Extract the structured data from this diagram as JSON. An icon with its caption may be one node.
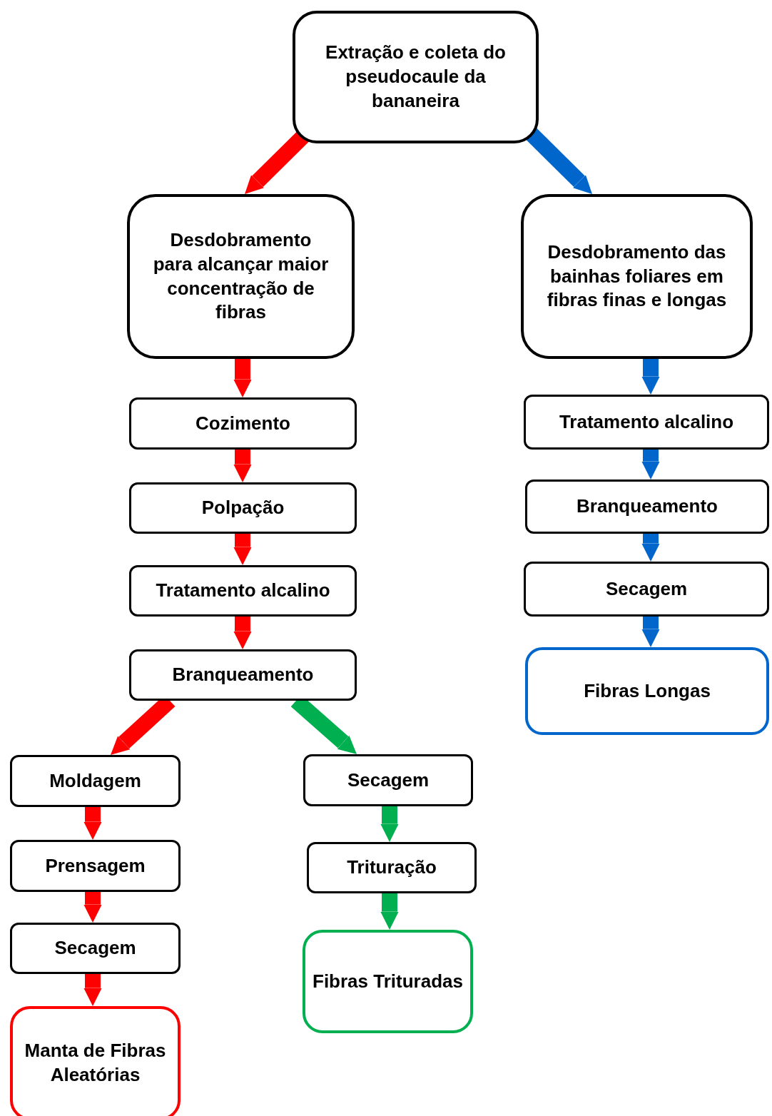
{
  "diagram": {
    "nodes": [
      {
        "text": [
          "Extração e coleta do pseudocaule da bananeira"
        ]
      },
      {
        "text": [
          "Desdobramento para alcançar maior concentração de fibras"
        ]
      },
      {
        "text": [
          "Desdobramento das bainhas foliares em fibras finas e longas"
        ]
      },
      {
        "text": [
          "Cozimento"
        ]
      },
      {
        "text": [
          "Polpação"
        ]
      },
      {
        "text": [
          "Tratamento alcalino"
        ]
      },
      {
        "text": [
          "Branqueamento"
        ]
      },
      {
        "text": [
          "Moldagem"
        ]
      },
      {
        "text": [
          "Prensagem"
        ]
      },
      {
        "text": [
          "Secagem"
        ]
      },
      {
        "text": [
          "Manta de Fibras Aleatórias"
        ]
      },
      {
        "text": [
          "Secagem"
        ]
      },
      {
        "text": [
          "Trituração"
        ]
      },
      {
        "text": [
          "Fibras Trituradas"
        ]
      },
      {
        "text": [
          "Tratamento alcalino"
        ]
      },
      {
        "text": [
          "Branqueamento"
        ]
      },
      {
        "text": [
          "Secagem"
        ]
      },
      {
        "text": [
          "Fibras Longas"
        ]
      }
    ],
    "edges": [
      {
        "from": 0,
        "to": 1,
        "arrow": "to"
      },
      {
        "from": 0,
        "to": 2,
        "arrow": "to",
        "color": "#0066cc"
      },
      {
        "from": 1,
        "to": 3,
        "arrow": "to"
      },
      {
        "from": 3,
        "to": 4,
        "arrow": "to"
      },
      {
        "from": 4,
        "to": 5,
        "arrow": "to"
      },
      {
        "from": 5,
        "to": 6,
        "arrow": "to"
      },
      {
        "from": 6,
        "to": 7,
        "arrow": "to"
      },
      {
        "from": 6,
        "to": 11,
        "arrow": "to",
        "color": "#00b050"
      },
      {
        "from": 7,
        "to": 8,
        "arrow": "to"
      },
      {
        "from": 8,
        "to": 9,
        "arrow": "to"
      },
      {
        "from": 9,
        "to": 10,
        "arrow": "to"
      },
      {
        "from": 11,
        "to": 12,
        "arrow": "to",
        "color": "#00b050"
      },
      {
        "from": 12,
        "to": 13,
        "arrow": "to",
        "color": "#00b050"
      },
      {
        "from": 2,
        "to": 14,
        "arrow": "to",
        "color": "#0066cc"
      },
      {
        "from": 14,
        "to": 15,
        "arrow": "to",
        "color": "#0066cc"
      },
      {
        "from": 15,
        "to": 16,
        "arrow": "to",
        "color": "#0066cc"
      },
      {
        "from": 16,
        "to": 17,
        "arrow": "to",
        "color": "#0066cc"
      }
    ]
  }
}
